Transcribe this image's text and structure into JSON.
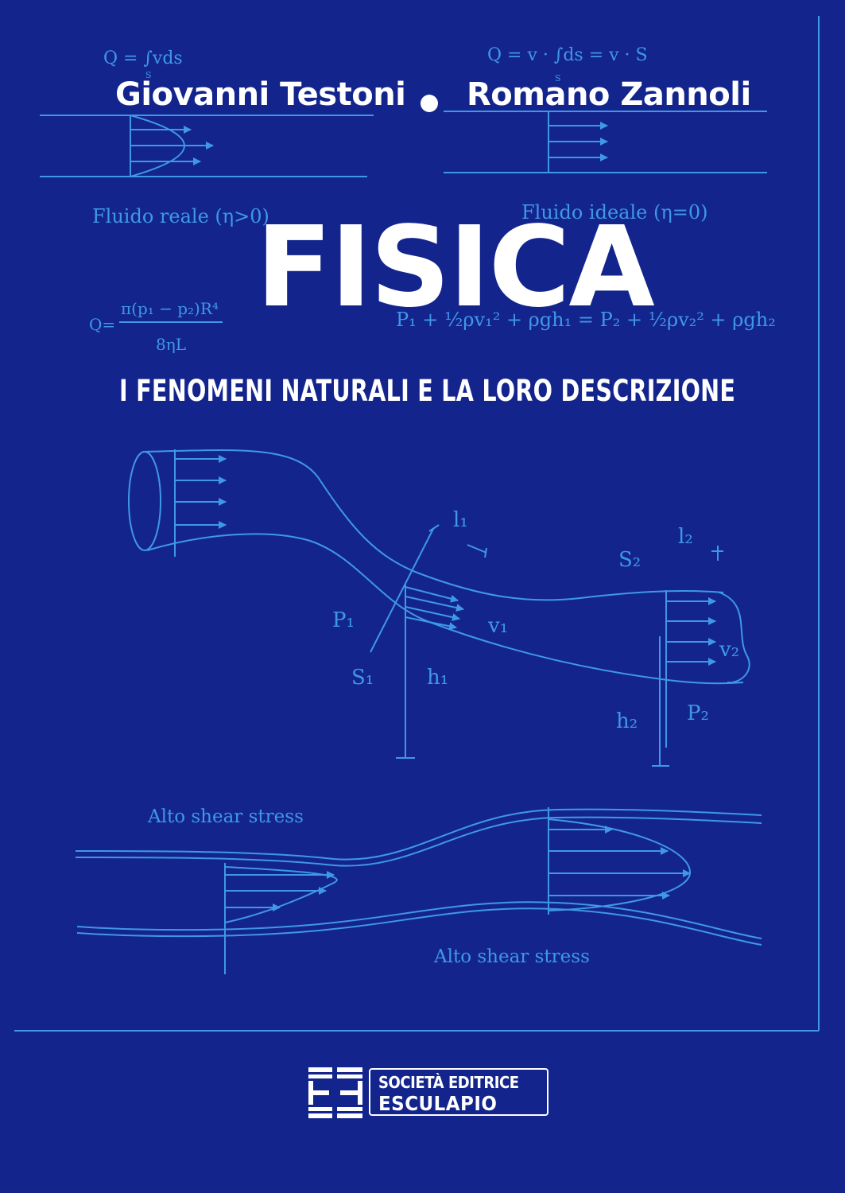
{
  "cover": {
    "authors": [
      "Giovanni Testoni",
      "Romano Zannoli"
    ],
    "title": "FISICA",
    "subtitle": "I FENOMENI NATURALI E LA LORO DESCRIZIONE",
    "publisher": {
      "line1": "SOCIETÀ EDITRICE",
      "line2": "ESCULAPIO",
      "logo_text": "E3"
    }
  },
  "formulas": {
    "flow_integral": "Q = ∫vds",
    "flow_integral_sub": "S",
    "flow_ideal": "Q = v · ∫ds = v · S",
    "flow_ideal_sub": "S",
    "real_fluid": "Fluido reale (η>0)",
    "ideal_fluid": "Fluido ideale (η=0)",
    "poiseuille_num": "π(p₁ − p₂)R⁴",
    "poiseuille_den": "8ηL",
    "poiseuille_lhs": "Q=",
    "bernoulli": "P₁ + ½ρv₁² + ρgh₁ = P₂ + ½ρv₂² + ρgh₂"
  },
  "diagram_labels": {
    "l1": "l₁",
    "l2": "l₂",
    "s1": "S₁",
    "s2": "S₂",
    "p1": "P₁",
    "p2": "P₂",
    "v1": "v₁",
    "v2": "v₂",
    "h1": "h₁",
    "h2": "h₂",
    "shear_top": "Alto shear stress",
    "shear_bottom": "Alto shear stress"
  },
  "colors": {
    "background": "#13258c",
    "drawing": "#3f98e6",
    "text": "#ffffff"
  }
}
